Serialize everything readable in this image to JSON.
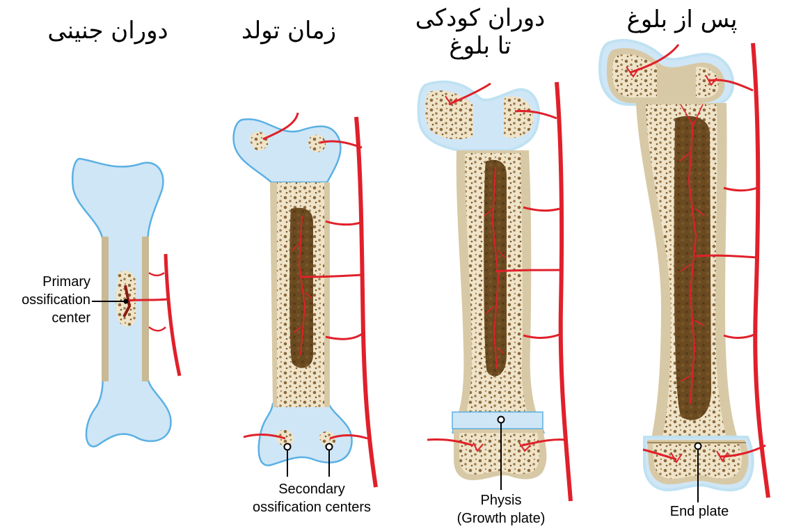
{
  "stages": [
    {
      "title": "دوران جنینی"
    },
    {
      "title": "زمان تولد"
    },
    {
      "title": "دوران کودکی\nتا بلوغ"
    },
    {
      "title": "پس از بلوغ"
    }
  ],
  "labels": {
    "primary": "Primary\nossification\ncenter",
    "secondary": "Secondary\nossification centers",
    "physis": "Physis\n(Growth plate)",
    "end_plate": "End plate"
  },
  "colors": {
    "cartilage": "#c6e3f5",
    "cartilage_outline": "#5ab0e4",
    "bone_cortex": "#d8c9a6",
    "marrow": "#6b4a22",
    "spongy_bone": "#e8dcc0",
    "vessel": "#e0202a"
  }
}
